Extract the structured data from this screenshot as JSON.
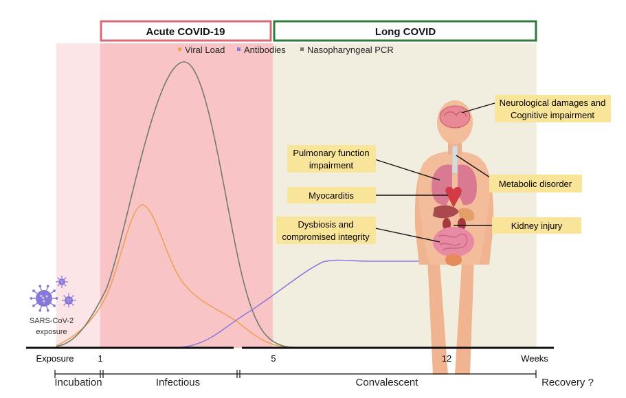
{
  "phases": {
    "acute_label": "Acute COVID-19",
    "long_label": "Long COVID"
  },
  "legend": [
    {
      "label": "Viral Load",
      "color": "#f0a055"
    },
    {
      "label": "Antibodies",
      "color": "#8c7ae0"
    },
    {
      "label": "Nasopharyngeal PCR",
      "color": "#6f7a70"
    }
  ],
  "virus": {
    "label_line1": "SARS-CoV-2",
    "label_line2": "exposure",
    "color": "#8a78d8"
  },
  "timeline": {
    "ticks": [
      "Exposure",
      "1",
      "5",
      "12",
      "Weeks"
    ],
    "stages": [
      "Incubation",
      "Infectious",
      "Convalescent",
      "Recovery ?"
    ]
  },
  "callouts": {
    "neuro_line1": "Neurological damages and",
    "neuro_line2": "Cognitive impairment",
    "pulmonary_line1": "Pulmonary function",
    "pulmonary_line2": "impairment",
    "myocarditis": "Myocarditis",
    "dysbiosis_line1": "Dysbiosis and",
    "dysbiosis_line2": "compromised integrity",
    "metabolic": "Metabolic disorder",
    "kidney": "Kidney injury"
  },
  "colors": {
    "incubation_bg": "#fbe4e6",
    "acute_bg": "#f9c4c6",
    "long_bg": "#f1eee0",
    "acute_border": "#d86a75",
    "long_border": "#2f7a3a",
    "callout_bg": "#f8e59a"
  }
}
